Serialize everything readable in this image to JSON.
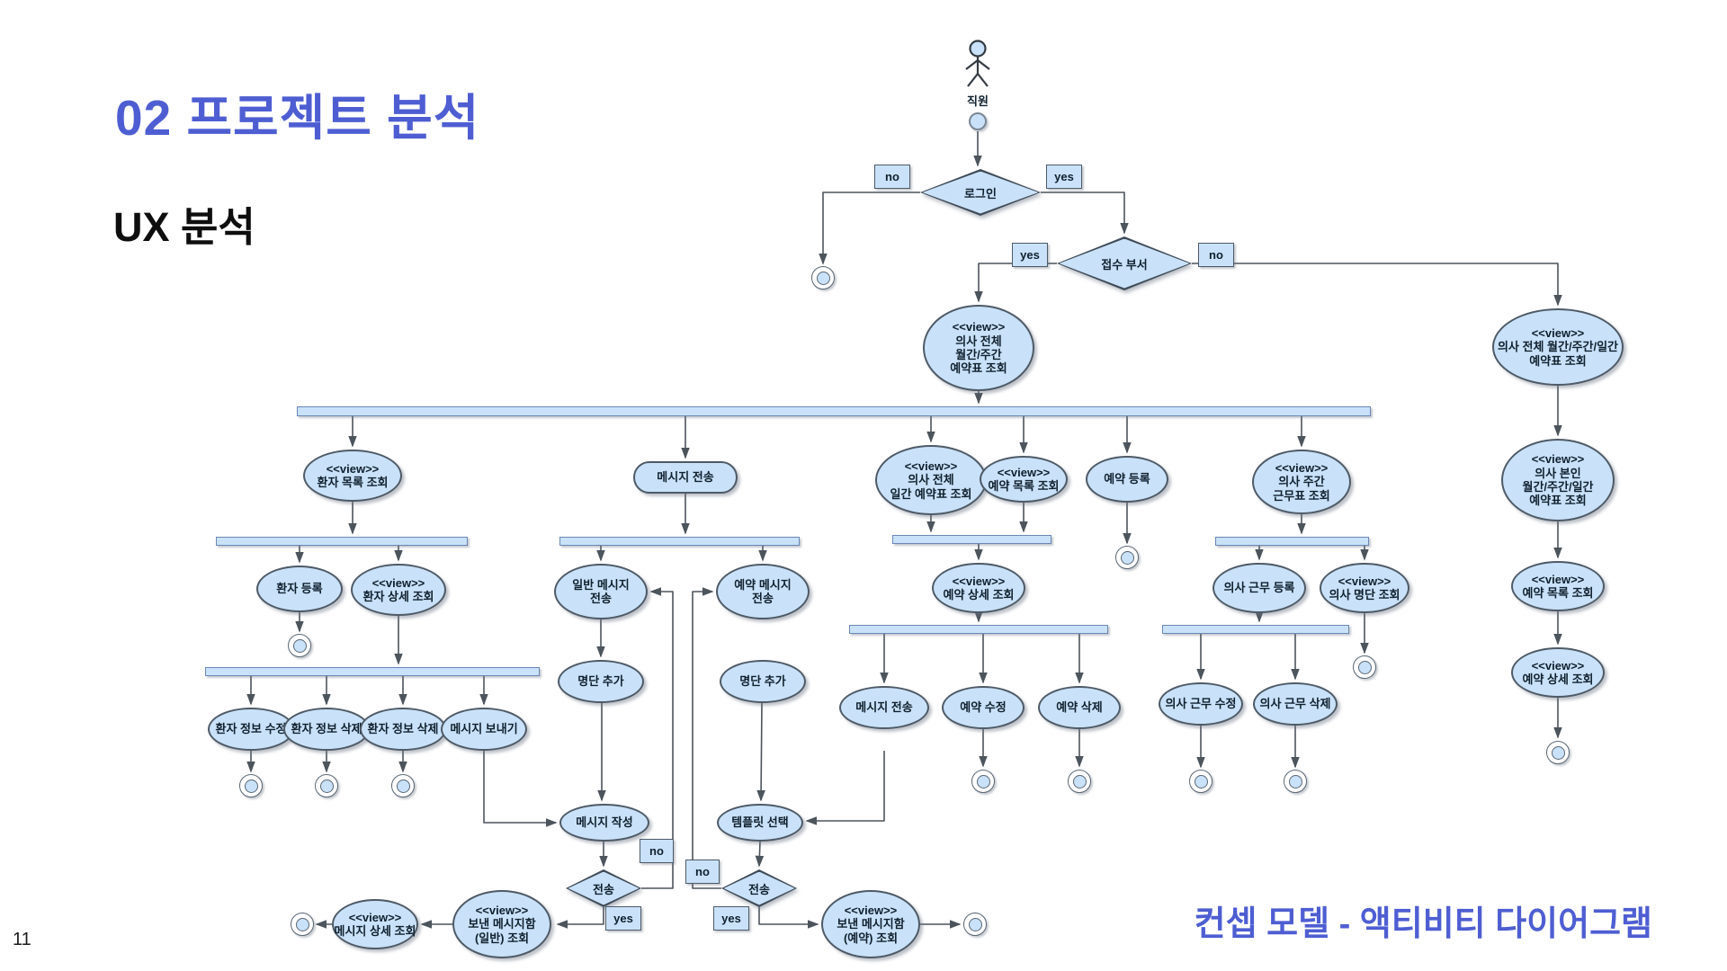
{
  "page": {
    "title": "02 프로젝트 분석",
    "subtitle": "UX 분석",
    "caption": "컨셉 모델 - 액티비티 다이어그램",
    "page_number": "11"
  },
  "colors": {
    "accent_blue": "#4E5ED2",
    "node_fill": "#C9E2F9",
    "node_border": "#4E5A66",
    "edge": "#4C545C"
  },
  "diagram": {
    "actor": {
      "label": "직원"
    },
    "decisions": {
      "login": "로그인",
      "dept": "접수 부서",
      "send1": "전송",
      "send2": "전송"
    },
    "guards": {
      "login_no": "no",
      "login_yes": "yes",
      "dept_yes": "yes",
      "dept_no": "no",
      "send1_no": "no",
      "send1_yes": "yes",
      "send2_no": "no",
      "send2_yes": "yes"
    },
    "nodes": {
      "view_all_mw": "<<view>>\n의사 전체\n월간/주간\n예약표 조회",
      "view_all_mwd": "<<view>>\n의사 전체 월간/주간/일간\n예약표 조회",
      "patient_list": "<<view>>\n환자 목록 조회",
      "msg_send": "메시지 전송",
      "view_all_daily": "<<view>>\n의사 전체\n일간 예약표 조회",
      "resv_list": "<<view>>\n예약 목록 조회",
      "resv_reg": "예약 등록",
      "doc_weekly": "<<view>>\n의사 주간\n근무표 조회",
      "self_sched": "<<view>>\n의사 본인\n월간/주간/일간\n예약표 조회",
      "resv_list_r": "<<view>>\n예약 목록 조회",
      "resv_detail_r": "<<view>>\n예약 상세 조회",
      "patient_reg": "환자 등록",
      "patient_detail": "<<view>>\n환자 상세 조회",
      "patient_edit": "환자 정보 수정",
      "patient_del1": "환자 정보 삭제",
      "patient_del2": "환자 정보 삭제",
      "msg_sendto": "메시지 보내기",
      "general_msg": "일반 메시지\n전송",
      "resv_msg": "예약 메시지\n전송",
      "roster_add1": "명단 추가",
      "roster_add2": "명단 추가",
      "msg_write": "메시지 작성",
      "template_select": "템플릿 선택",
      "sent_general": "<<view>>\n보낸 메시지함\n(일반) 조회",
      "msg_detail": "<<view>>\n메시지 상세 조회",
      "sent_resv": "<<view>>\n보낸 메시지함\n(예약) 조회",
      "resv_detail": "<<view>>\n예약 상세 조회",
      "msg_send2": "메시지 전송",
      "resv_edit": "예약 수정",
      "resv_del": "예약 삭제",
      "duty_reg": "의사 근무 등록",
      "doc_roster": "<<view>>\n의사 명단 조회",
      "duty_edit": "의사 근무 수정",
      "duty_del": "의사 근무 삭제"
    }
  }
}
